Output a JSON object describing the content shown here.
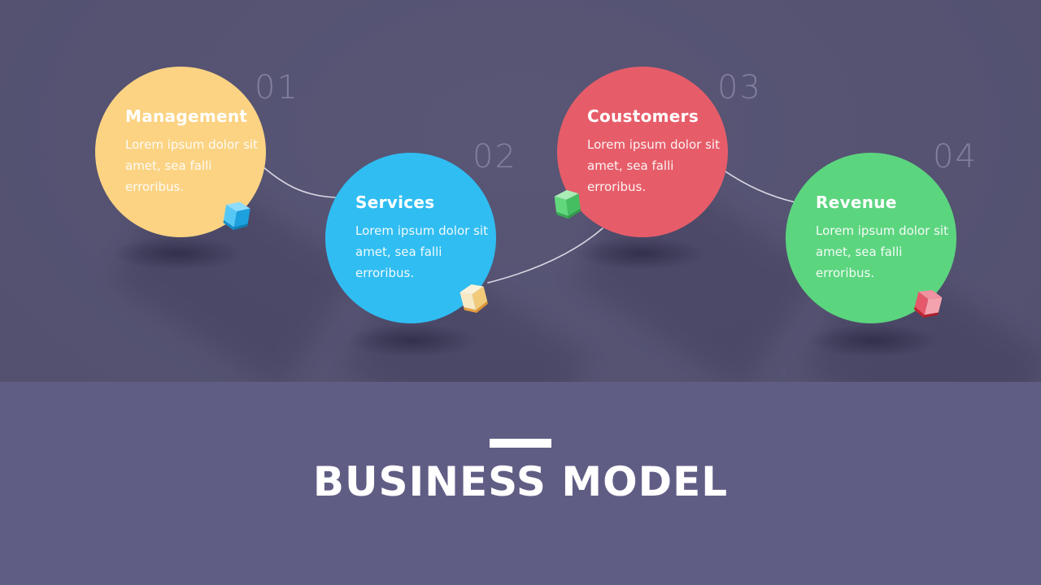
{
  "slide": {
    "title": "BUSINESS MODEL",
    "background": {
      "top": "#535071",
      "bottom": "#605D85"
    },
    "number_color": "#82809D",
    "connector_color": "rgba(240,238,248,0.85)",
    "steps": [
      {
        "number": "01",
        "title": "Management",
        "body": "Lorem ipsum dolor sit amet, sea falli erroribus.",
        "circle_color": "#FBD383",
        "cube": {
          "top": "#8EDCFB",
          "left": "#56C8F6",
          "right": "#1CA0DE",
          "edge_left": "#1590CB",
          "edge_right": "#0E7FB6"
        }
      },
      {
        "number": "02",
        "title": "Services",
        "body": "Lorem ipsum dolor sit amet, sea falli erroribus.",
        "circle_color": "#30BDF2",
        "cube": {
          "top": "#FBF2D9",
          "left": "#F8E9C5",
          "right": "#F2CB7A",
          "edge_left": "#E8A340",
          "edge_right": "#DD9434"
        }
      },
      {
        "number": "03",
        "title": "Coustomers",
        "body": "Lorem ipsum dolor sit amet, sea falli erroribus.",
        "circle_color": "#E65D69",
        "cube": {
          "top": "#A9ECB6",
          "left": "#62D87D",
          "right": "#45BE61",
          "edge_left": "#3BAA55",
          "edge_right": "#33994B"
        }
      },
      {
        "number": "04",
        "title": "Revenue",
        "body": "Lorem ipsum dolor sit amet, sea falli erroribus.",
        "circle_color": "#5CD57F",
        "cube": {
          "top": "#F2919F",
          "left": "#E5586B",
          "right": "#F4A3AE",
          "edge_left": "#C22431",
          "edge_right": "#B01E2B"
        }
      }
    ]
  }
}
